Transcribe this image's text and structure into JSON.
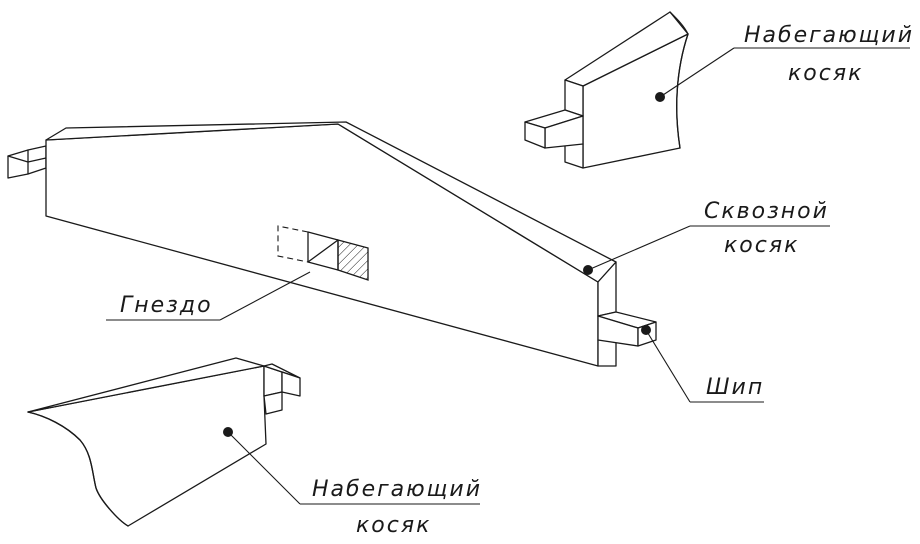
{
  "labels": {
    "running_strut_top_line1": "Набегающий",
    "running_strut_top_line2": "косяк",
    "through_strut_line1": "Сквозной",
    "through_strut_line2": "косяк",
    "socket": "Гнездо",
    "tenon": "Шип",
    "running_strut_bottom_line1": "Набегающий",
    "running_strut_bottom_line2": "косяк"
  }
}
